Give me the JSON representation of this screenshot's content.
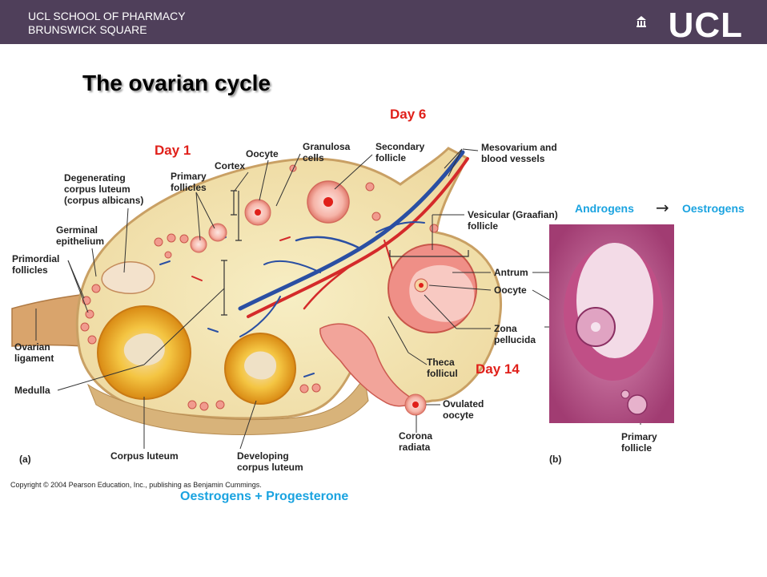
{
  "header": {
    "school_line1": "UCL SCHOOL OF PHARMACY",
    "school_line2": "BRUNSWICK SQUARE",
    "logo": "UCL"
  },
  "title": "The ovarian cycle",
  "day_labels": {
    "day1": "Day 1",
    "day6": "Day 6",
    "day14": "Day 14"
  },
  "hormones": {
    "androgens": "Androgens",
    "arrow": "→",
    "oestrogens": "Oestrogens",
    "combined": "Oestrogens + Progesterone"
  },
  "labels": {
    "degenerating_1": "Degenerating",
    "degenerating_2": "corpus luteum",
    "degenerating_3": "(corpus albicans)",
    "germinal_1": "Germinal",
    "germinal_2": "epithelium",
    "primordial_1": "Primordial",
    "primordial_2": "follicles",
    "ovarian_lig_1": "Ovarian",
    "ovarian_lig_2": "ligament",
    "medulla": "Medulla",
    "primary_1": "Primary",
    "primary_2": "follicles",
    "cortex": "Cortex",
    "oocyte_top": "Oocyte",
    "granulosa_1": "Granulosa",
    "granulosa_2": "cells",
    "secondary_1": "Secondary",
    "secondary_2": "follicle",
    "mesovarium_1": "Mesovarium and",
    "mesovarium_2": "blood vessels",
    "vesicular_1": "Vesicular (Graafian)",
    "vesicular_2": "follicle",
    "antrum": "Antrum",
    "oocyte_right": "Oocyte",
    "zona_1": "Zona",
    "zona_2": "pellucida",
    "theca_1": "Theca",
    "theca_2": "follicul",
    "ovulated_1": "Ovulated",
    "ovulated_2": "oocyte",
    "corona_1": "Corona",
    "corona_2": "radiata",
    "corpus_luteum": "Corpus luteum",
    "developing_1": "Developing",
    "developing_2": "corpus luteum",
    "panel_a": "(a)",
    "panel_b": "(b)",
    "primary_follicle_1": "Primary",
    "primary_follicle_2": "follicle"
  },
  "copyright": "Copyright © 2004 Pearson Education, Inc., publishing as Benjamin Cummings.",
  "colors": {
    "header_bg": "#4f3f5a",
    "day_red": "#e0201a",
    "hormone_cyan": "#1aa3e0",
    "ovary_fill": "#f3e7b4",
    "ovary_edge": "#c9a064",
    "follicle_pink": "#f4a9a0",
    "corpus_yellow": "#f2b21e",
    "vessel_red": "#d42a2a",
    "vessel_blue": "#2a4fa3",
    "histology_purple": "#b0487a"
  }
}
